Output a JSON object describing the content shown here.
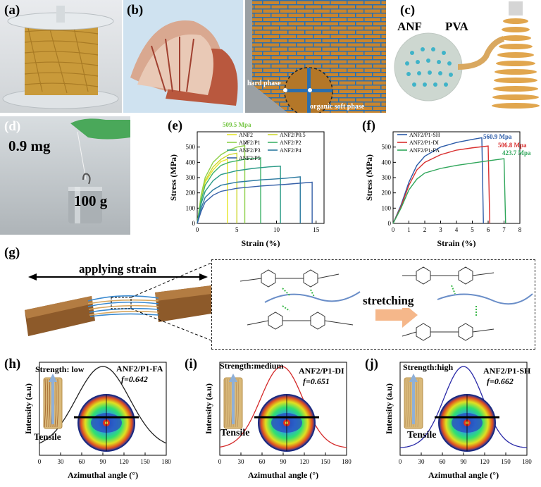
{
  "panels": {
    "a": {
      "label": "(a)"
    },
    "b": {
      "label": "(b)",
      "hard_phase": "hard phase",
      "soft_phase": "organic soft phase"
    },
    "c": {
      "label": "(c)",
      "anf": "ANF",
      "pva": "PVA"
    },
    "d": {
      "label": "(d)",
      "mass_label": "0.9 mg",
      "weight_label": "100 g"
    },
    "e": {
      "label": "(e)",
      "peak_label": "509.5 Mpa"
    },
    "f": {
      "label": "(f)",
      "peak_labels": [
        "560.9 Mpa",
        "506.8 Mpa",
        "423.7 Mpa"
      ]
    },
    "g": {
      "label": "(g)",
      "applying_strain": "applying strain",
      "stretching": "stretching"
    },
    "h": {
      "label": "(h)",
      "strength": "Strength: low",
      "sample": "ANF2/P1-FA",
      "f_value": "f=0.642",
      "tensile": "Tensile"
    },
    "i": {
      "label": "(i)",
      "strength": "Strength:medium",
      "sample": "ANF2/P1-DI",
      "f_value": "f=0.651",
      "tensile": "Tensile"
    },
    "j": {
      "label": "(j)",
      "strength": "Strength:high",
      "sample": "ANF2/P1-SH",
      "f_value": "f=0.662",
      "tensile": "Tensile"
    }
  },
  "chart_data": [
    {
      "id": "e",
      "type": "line",
      "xlabel": "Strain (%)",
      "ylabel": "Stress (MPa)",
      "xlim": [
        0,
        16
      ],
      "ylim": [
        0,
        600
      ],
      "xticks": [
        0,
        5,
        10,
        15
      ],
      "yticks": [
        0,
        100,
        200,
        300,
        400,
        500
      ],
      "legend": [
        "ANF2",
        "ANF2/P0.5",
        "ANF2/P1",
        "ANF2/P2",
        "ANF2/P3",
        "ANF2/P4",
        "ANF2/P5"
      ],
      "series": [
        {
          "name": "ANF2",
          "color": "#e6e62c",
          "x": [
            0,
            0.5,
            1,
            2,
            3,
            3.8,
            3.8
          ],
          "y": [
            0,
            180,
            270,
            350,
            405,
            420,
            0
          ]
        },
        {
          "name": "ANF2/P0.5",
          "color": "#cfd830",
          "x": [
            0,
            0.5,
            1,
            2,
            3,
            4,
            5,
            5,
            5
          ],
          "y": [
            0,
            180,
            280,
            370,
            420,
            450,
            460,
            460,
            0
          ]
        },
        {
          "name": "ANF2/P1",
          "color": "#8ed04a",
          "x": [
            0,
            0.5,
            1,
            2,
            3,
            4,
            5,
            6,
            6
          ],
          "y": [
            0,
            190,
            300,
            400,
            450,
            480,
            500,
            509.5,
            0
          ]
        },
        {
          "name": "ANF2/P2",
          "color": "#3fb36a",
          "x": [
            0,
            0.5,
            1,
            2,
            3,
            4,
            6,
            8,
            8
          ],
          "y": [
            0,
            150,
            250,
            330,
            380,
            400,
            420,
            430,
            0
          ]
        },
        {
          "name": "ANF2/P3",
          "color": "#2a9a86",
          "x": [
            0,
            0.5,
            1,
            2,
            3,
            5,
            7,
            9,
            10.5,
            10.5
          ],
          "y": [
            0,
            130,
            210,
            280,
            320,
            345,
            360,
            370,
            375,
            0
          ]
        },
        {
          "name": "ANF2/P4",
          "color": "#2c7aa0",
          "x": [
            0,
            0.5,
            1,
            2,
            3,
            5,
            8,
            11,
            13,
            13
          ],
          "y": [
            0,
            100,
            170,
            220,
            250,
            270,
            285,
            295,
            305,
            0
          ]
        },
        {
          "name": "ANF2/P5",
          "color": "#3660a8",
          "x": [
            0,
            0.5,
            1,
            2,
            3,
            5,
            8,
            11,
            14.5,
            14.5
          ],
          "y": [
            0,
            80,
            140,
            185,
            210,
            230,
            245,
            255,
            270,
            0
          ]
        }
      ]
    },
    {
      "id": "f",
      "type": "line",
      "xlabel": "Strain (%)",
      "ylabel": "Stress (MPa)",
      "xlim": [
        0,
        8
      ],
      "ylim": [
        0,
        600
      ],
      "xticks": [
        0,
        1,
        2,
        3,
        4,
        5,
        6,
        7,
        8
      ],
      "yticks": [
        0,
        100,
        200,
        300,
        400,
        500
      ],
      "legend": [
        "ANF2/P1-SH",
        "ANF2/P1-DI",
        "ANF2/P1-FA"
      ],
      "series": [
        {
          "name": "ANF2/P1-SH",
          "color": "#2a5aa8",
          "x": [
            0,
            0.5,
            1,
            1.5,
            2,
            3,
            4,
            5,
            5.6,
            5.7
          ],
          "y": [
            0,
            120,
            270,
            380,
            440,
            500,
            530,
            550,
            560.9,
            0
          ]
        },
        {
          "name": "ANF2/P1-DI",
          "color": "#d93030",
          "x": [
            0,
            0.5,
            1,
            1.5,
            2,
            3,
            4,
            5,
            6,
            6.1
          ],
          "y": [
            0,
            110,
            250,
            350,
            400,
            450,
            480,
            495,
            506.8,
            0
          ]
        },
        {
          "name": "ANF2/P1-FA",
          "color": "#2fa65a",
          "x": [
            0,
            0.5,
            1,
            1.5,
            2,
            3,
            4,
            5,
            6,
            7,
            7.1
          ],
          "y": [
            0,
            100,
            220,
            290,
            330,
            360,
            380,
            395,
            410,
            423.7,
            0
          ]
        }
      ]
    },
    {
      "id": "h",
      "type": "line",
      "xlabel": "Azimuthal angle (°)",
      "ylabel": "Intensity (a.u)",
      "xlim": [
        0,
        180
      ],
      "xticks": [
        0,
        30,
        60,
        90,
        120,
        150,
        180
      ],
      "series": [
        {
          "color": "#222222",
          "center": 90,
          "sigma": 38
        }
      ]
    },
    {
      "id": "i",
      "type": "line",
      "xlabel": "Azimuthal angle (°)",
      "ylabel": "Intensity (a.u)",
      "xlim": [
        0,
        180
      ],
      "xticks": [
        0,
        30,
        60,
        90,
        120,
        150,
        180
      ],
      "series": [
        {
          "color": "#d42a2a",
          "center": 88,
          "sigma": 30
        }
      ]
    },
    {
      "id": "j",
      "type": "line",
      "xlabel": "Azimuthal angle (°)",
      "ylabel": "Intensity (a.u)",
      "xlim": [
        0,
        180
      ],
      "xticks": [
        0,
        30,
        60,
        90,
        120,
        150,
        180
      ],
      "series": [
        {
          "color": "#2a2aa8",
          "center": 90,
          "sigma": 28
        }
      ]
    }
  ]
}
